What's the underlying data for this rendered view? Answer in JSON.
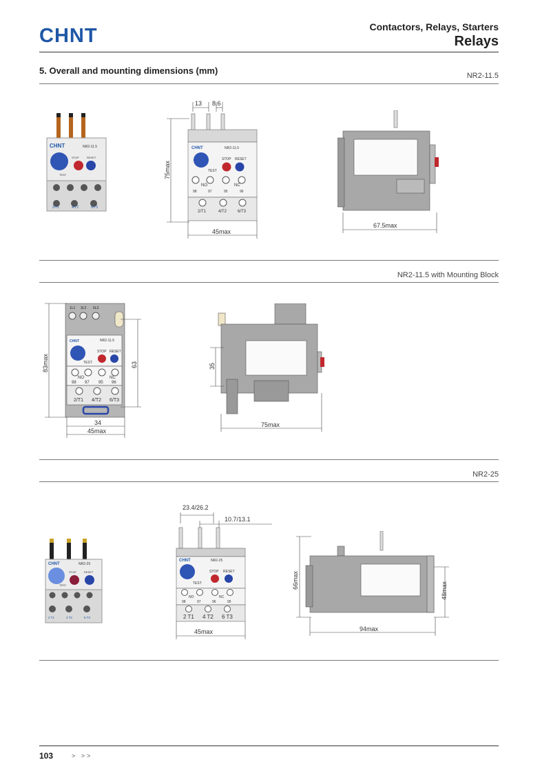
{
  "header": {
    "logo": "CHNT",
    "category": "Contactors, Relays, Starters",
    "title": "Relays"
  },
  "section": {
    "title": "5. Overall and mounting dimensions (mm)"
  },
  "blocks": [
    {
      "model": "NR2-11.5",
      "photo_labels": {
        "brand": "CHNT",
        "model": "NR2-11.5",
        "stop": "STOP",
        "reset": "RESET",
        "test": "TEST",
        "t1": "2/T1",
        "t2": "4/T2",
        "t3": "6/T3"
      },
      "front_dims": {
        "top_a": "13",
        "top_b": "8.6",
        "height": "75max",
        "width": "45max"
      },
      "front_labels": {
        "brand": "CHNT",
        "model": "NR2-11.5",
        "stop": "STOP",
        "reset": "RESET",
        "test": "TEST",
        "no": "NO",
        "nc": "NC",
        "n98": "98",
        "n97": "97",
        "n95": "95",
        "n96": "96",
        "t1": "2/T1",
        "t2": "4/T2",
        "t3": "6/T3"
      },
      "side_dims": {
        "depth": "67.5max"
      }
    },
    {
      "model": "NR2-11.5 with Mounting Block",
      "front_dims": {
        "height": "83max",
        "inner_height": "63",
        "inner_width": "34",
        "width": "45max"
      },
      "front_labels": {
        "l1": "1L1",
        "l2": "3L2",
        "l3": "5L3",
        "brand": "CHNT",
        "model": "NR2-11.5",
        "stop": "STOP",
        "reset": "RESET",
        "test": "TEST",
        "no": "NO",
        "nc": "NC",
        "n98": "98",
        "n97": "97",
        "n95": "95",
        "n96": "96",
        "t1": "2/T1",
        "t2": "4/T2",
        "t3": "6/T3"
      },
      "side_dims": {
        "height": "35",
        "depth": "75max"
      }
    },
    {
      "model": "NR2-25",
      "photo_labels": {
        "brand": "CHNT",
        "model": "NR2-25",
        "stop": "STOP",
        "reset": "RESET",
        "test": "TEST",
        "t1": "2 T1",
        "t2": "4 T2",
        "t3": "6 T3"
      },
      "front_dims": {
        "top_a": "23.4/26.2",
        "top_b": "10.7/13.1",
        "width": "45max"
      },
      "front_labels": {
        "brand": "CHNT",
        "model": "NR2-25",
        "stop": "STOP",
        "reset": "RESET",
        "test": "TEST",
        "no": "NO",
        "nc": "NC",
        "n98": "98",
        "n97": "97",
        "n96": "96",
        "n95": "95",
        "t1": "2 T1",
        "t2": "4 T2",
        "t3": "6 T3"
      },
      "side_dims": {
        "height": "66max",
        "inner_height": "48max",
        "depth": "94max"
      }
    }
  ],
  "footer": {
    "page": "103",
    "nav": "> >>"
  }
}
